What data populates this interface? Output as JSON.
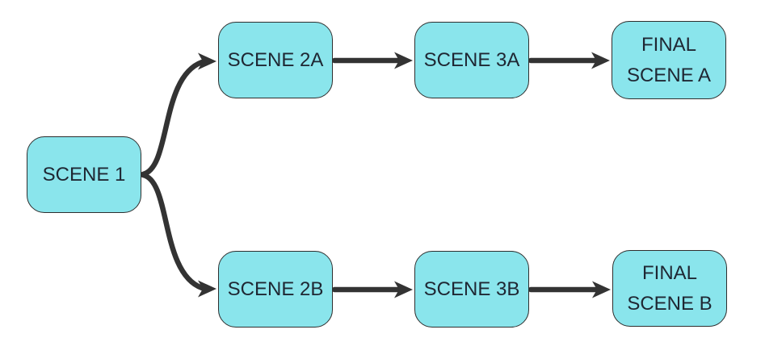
{
  "diagram": {
    "type": "flowchart",
    "direction": "left-to-right",
    "nodes": {
      "scene1": {
        "label": "SCENE 1"
      },
      "scene2a": {
        "label": "SCENE 2A"
      },
      "scene3a": {
        "label": "SCENE 3A"
      },
      "final_a": {
        "label": "FINAL SCENE A"
      },
      "scene2b": {
        "label": "SCENE 2B"
      },
      "scene3b": {
        "label": "SCENE 3B"
      },
      "final_b": {
        "label": "FINAL SCENE B"
      }
    },
    "edges": [
      {
        "from": "scene1",
        "to": "scene2a"
      },
      {
        "from": "scene1",
        "to": "scene2b"
      },
      {
        "from": "scene2a",
        "to": "scene3a"
      },
      {
        "from": "scene3a",
        "to": "final_a"
      },
      {
        "from": "scene2b",
        "to": "scene3b"
      },
      {
        "from": "scene3b",
        "to": "final_b"
      }
    ]
  },
  "colors": {
    "node-fill": "#8AE5EC",
    "node-border": "#2E2E2E",
    "node-text": "#1F2733",
    "arrow": "#333333",
    "background": "#FFFFFF"
  }
}
